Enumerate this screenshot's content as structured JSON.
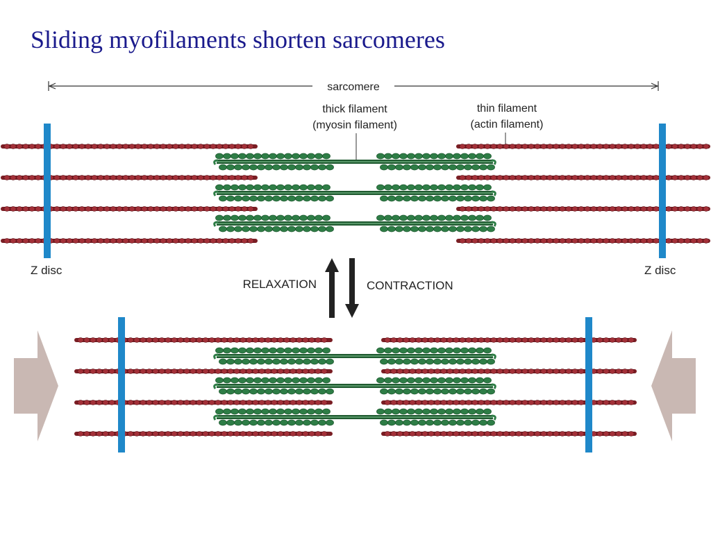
{
  "title": "Sliding myofilaments shorten sarcomeres",
  "labels": {
    "sarcomere": "sarcomere",
    "thick_line1": "thick filament",
    "thick_line2": "(myosin filament)",
    "thin_line1": "thin filament",
    "thin_line2": "(actin filament)",
    "z_disc_left": "Z disc",
    "z_disc_right": "Z disc",
    "relaxation": "RELAXATION",
    "contraction": "CONTRACTION"
  },
  "colors": {
    "title": "#1a1a8c",
    "actin": "#7a1e24",
    "myosin": "#2e7d46",
    "myosin_dark": "#1f5a30",
    "z_disc": "#1f88c9",
    "arrow": "#222222",
    "force_arrow": "#c9b8b3"
  }
}
